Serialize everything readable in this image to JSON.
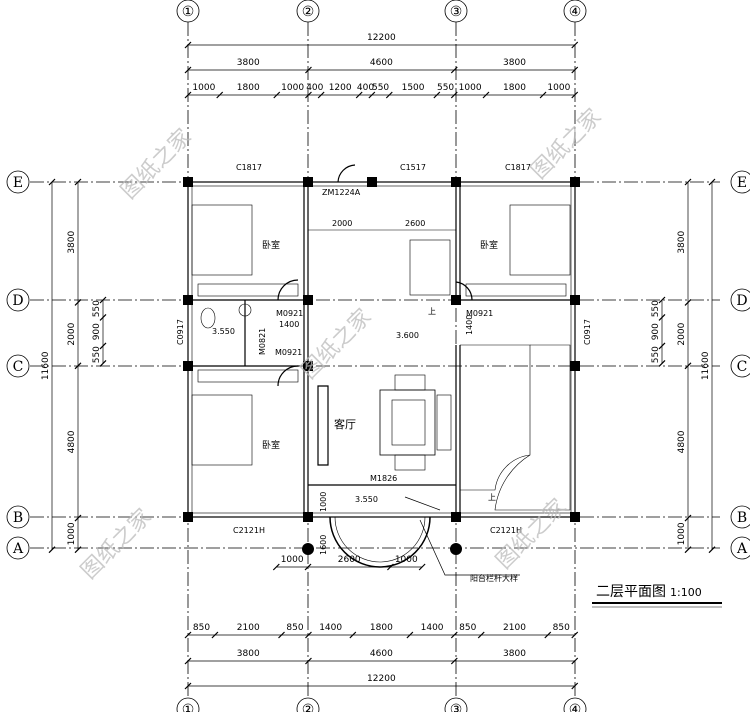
{
  "axes": {
    "columns": [
      "①",
      "②",
      "③",
      "④"
    ],
    "rows": [
      "E",
      "D",
      "C",
      "B",
      "A"
    ]
  },
  "dims_top": {
    "total": [
      12200
    ],
    "bays": [
      3800,
      4600,
      3800
    ],
    "detail": [
      1000,
      1800,
      1000,
      400,
      1200,
      400,
      550,
      1500,
      550,
      1000,
      1800,
      1000
    ]
  },
  "dims_bottom": {
    "detail": [
      850,
      2100,
      850,
      1400,
      1800,
      1400,
      850,
      2100,
      850
    ],
    "bays": [
      3800,
      4600,
      3800
    ],
    "total": [
      12200
    ]
  },
  "dims_side": {
    "total": [
      11600
    ],
    "bays": [
      3800,
      2000,
      4800,
      1000
    ],
    "detail": [
      550,
      900,
      550
    ]
  },
  "dims_balcony": [
    1000,
    2600,
    1000
  ],
  "labels": {
    "c1817_left": "C1817",
    "c1517": "C1517",
    "c1817_right": "C1817",
    "zm1224a": "ZM1224A",
    "dim_2000": "2000",
    "dim_2600": "2600",
    "bedroom": "卧室",
    "living_room": "客厅",
    "m0921_a": "M0921",
    "dim_1400_a": "1400",
    "m0921_b": "M0921",
    "m0821": "M0821",
    "m0921_c": "M0921",
    "dim_1400_b": "1400",
    "level_bath": "3.550",
    "level_hall": "3.600",
    "level_balcony": "3.550",
    "c0917_left": "C0917",
    "c0917_right": "C0917",
    "m1826": "M1826",
    "c2121h_left": "C2121H",
    "c2121h_right": "C2121H",
    "up": "上",
    "balcony_dim_1000": "1000",
    "balcony_dim_1600": "1600",
    "railing_note": "阳台栏杆大样"
  },
  "title": {
    "name": "二层平面图",
    "scale": "1:100"
  },
  "watermark": "图纸之家"
}
